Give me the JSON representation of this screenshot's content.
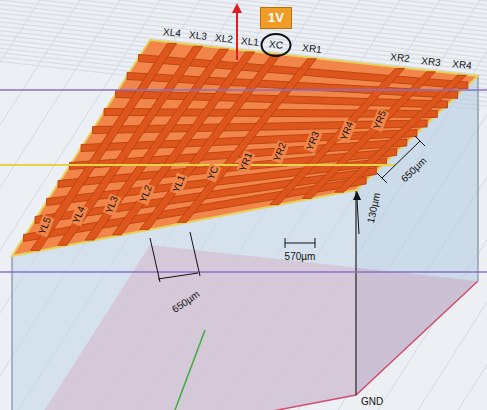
{
  "diagram": {
    "nodes": [
      {
        "text": [
          "1V"
        ]
      }
    ],
    "labels": [
      "XL4",
      "XL3",
      "XL2",
      "XL1",
      "XC",
      "XR1",
      "XR2",
      "XR3",
      "XR4",
      "YL5",
      "YL4",
      "YL3",
      "YL2",
      "YL1",
      "YC",
      "YR1",
      "YR2",
      "YR3",
      "YR4",
      "YR5",
      "650µm",
      "570µm",
      "130µm",
      "650µm",
      "GND"
    ]
  }
}
